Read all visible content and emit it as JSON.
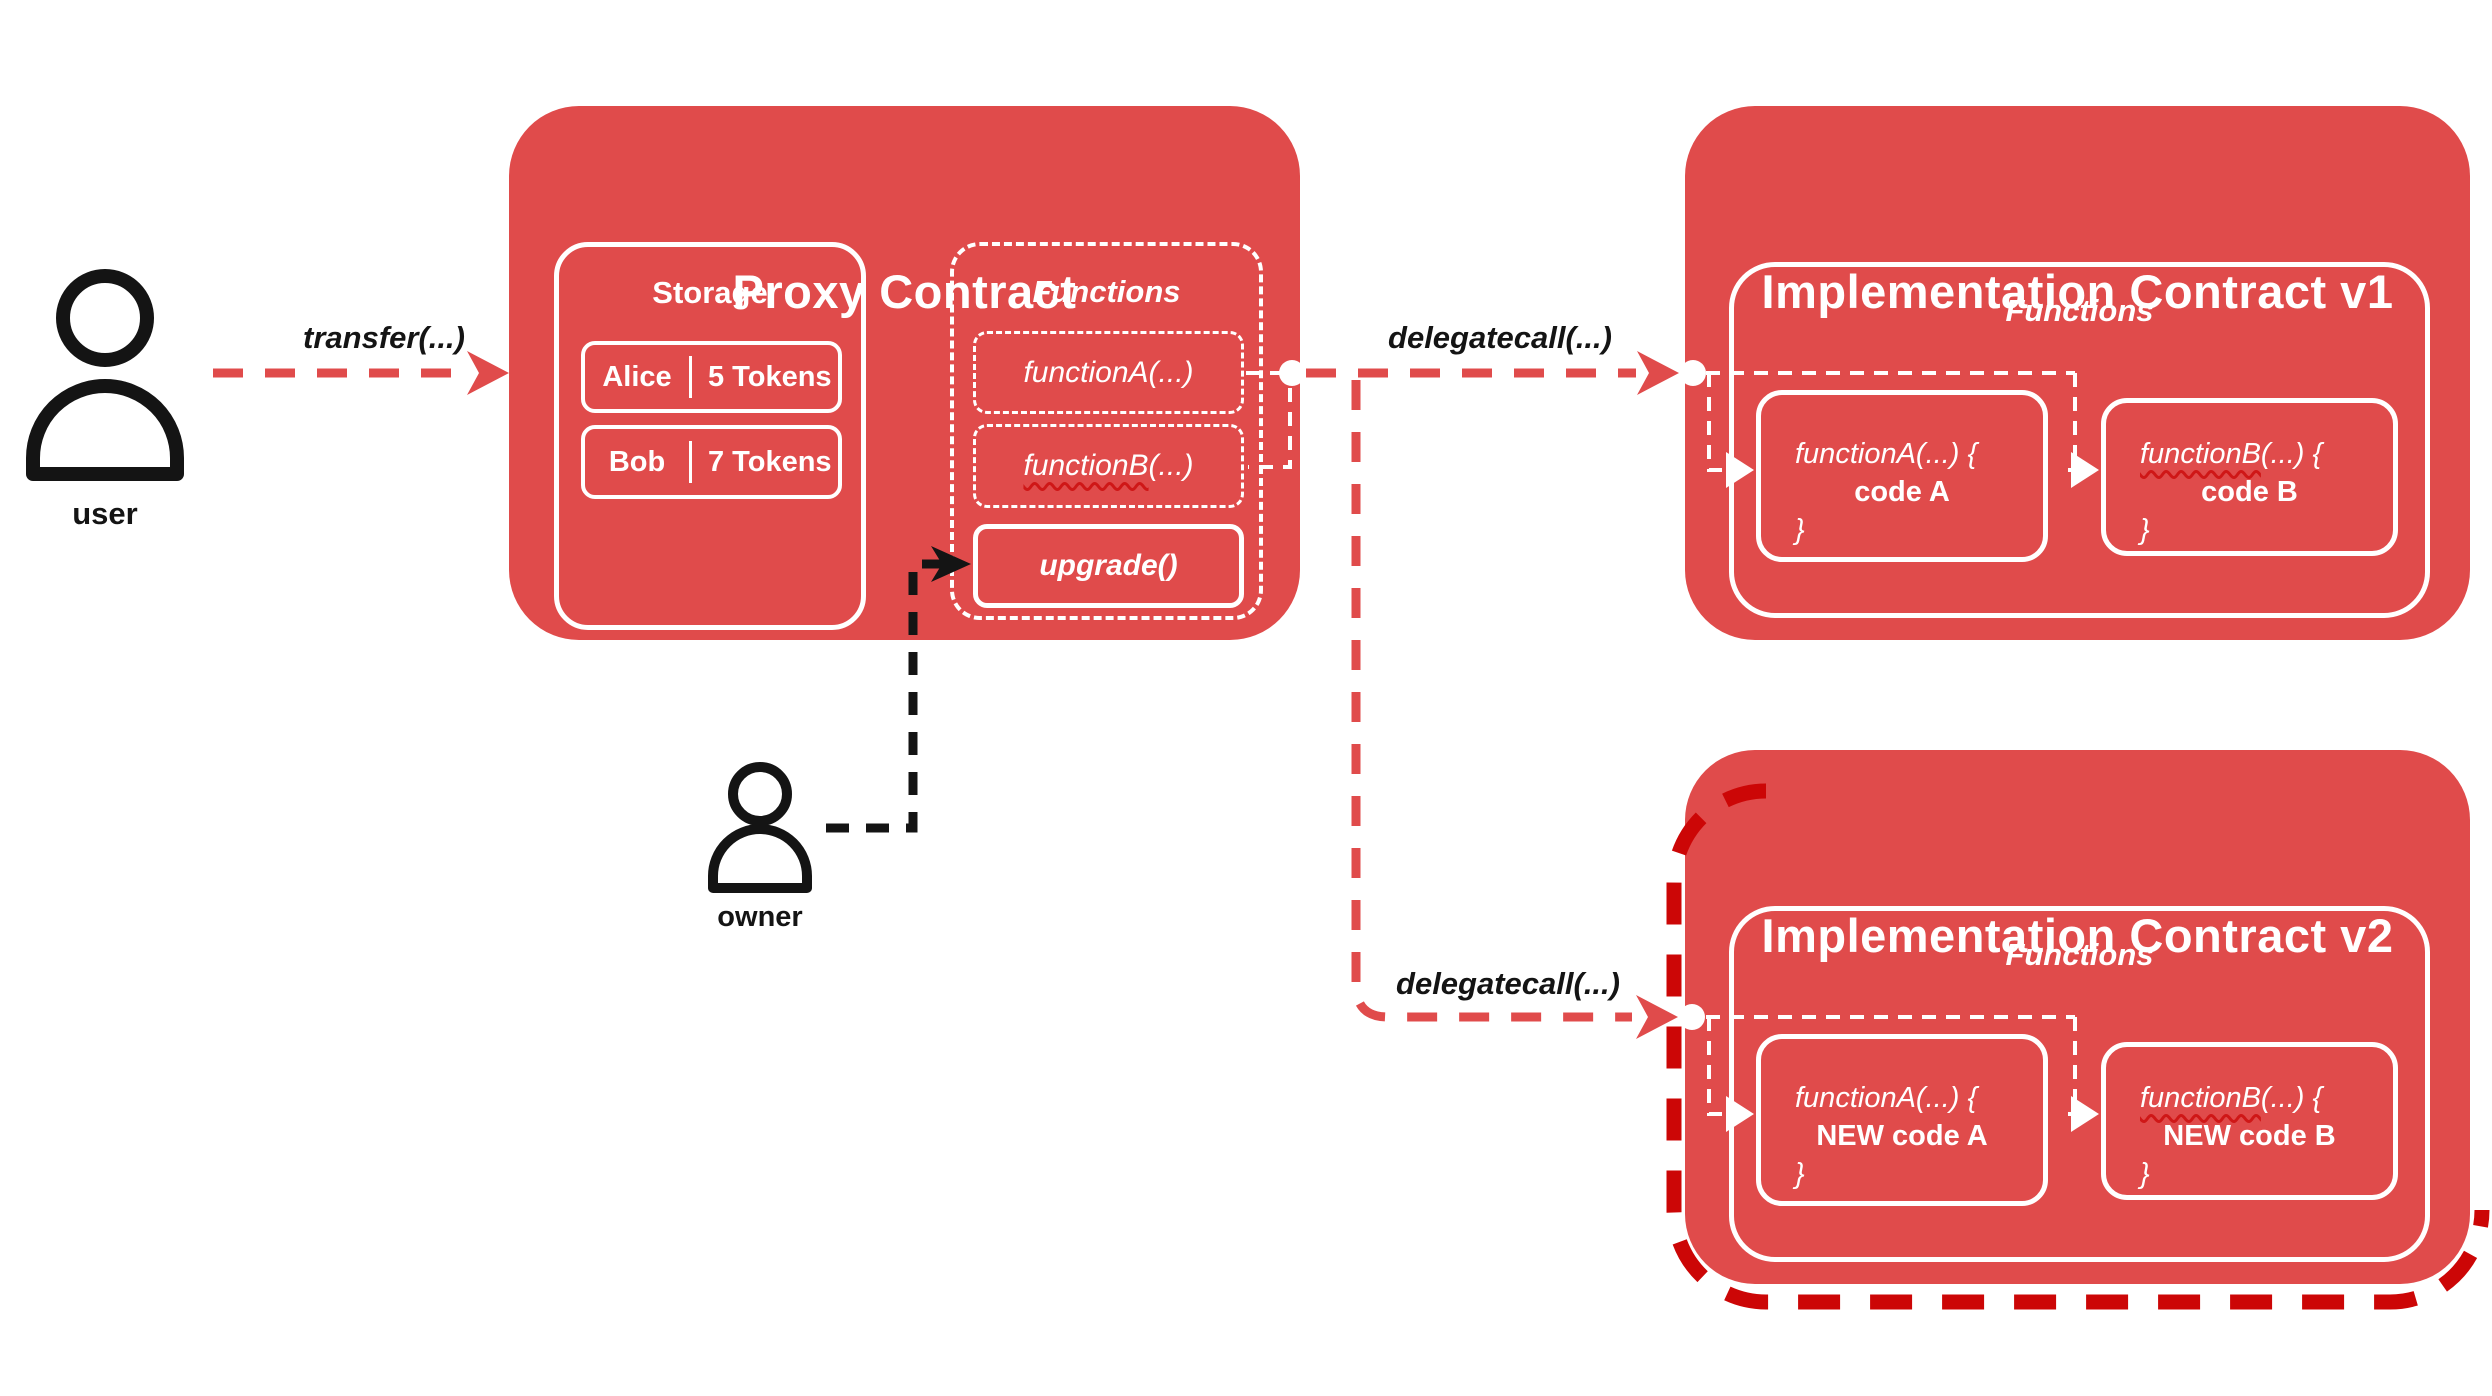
{
  "colors": {
    "red": "#E04B4B",
    "dark_red": "#CC0606",
    "white": "#FFFFFF",
    "black": "#141414"
  },
  "actors": {
    "user_label": "user",
    "owner_label": "owner"
  },
  "calls": {
    "transfer": "transfer(...)",
    "delegatecall_v1": "delegatecall(...)",
    "delegatecall_v2": "delegatecall(...)"
  },
  "proxy": {
    "title": "Proxy Contract",
    "storage": {
      "title": "Storage",
      "rows": [
        {
          "name": "Alice",
          "tokens": "5 Tokens"
        },
        {
          "name": "Bob",
          "tokens": "7 Tokens"
        }
      ]
    },
    "functions": {
      "title": "Functions",
      "fn_a": "functionA(...)",
      "fn_b_name": "functionB",
      "fn_b_suffix": "(...)",
      "upgrade": "upgrade()"
    }
  },
  "impl_v1": {
    "title": "Implementation Contract v1",
    "functions_title": "Functions",
    "fn_a": {
      "signature": "functionA(...) {",
      "body": "code A",
      "close": "}"
    },
    "fn_b": {
      "name": "functionB",
      "suffix": "(...) {",
      "body": "code B",
      "close": "}"
    }
  },
  "impl_v2": {
    "title": "Implementation Contract v2",
    "functions_title": "Functions",
    "fn_a": {
      "signature": "functionA(...) {",
      "body": "NEW code A",
      "close": "}"
    },
    "fn_b": {
      "name": "functionB",
      "suffix": "(...) {",
      "body": "NEW code B",
      "close": "}"
    }
  }
}
